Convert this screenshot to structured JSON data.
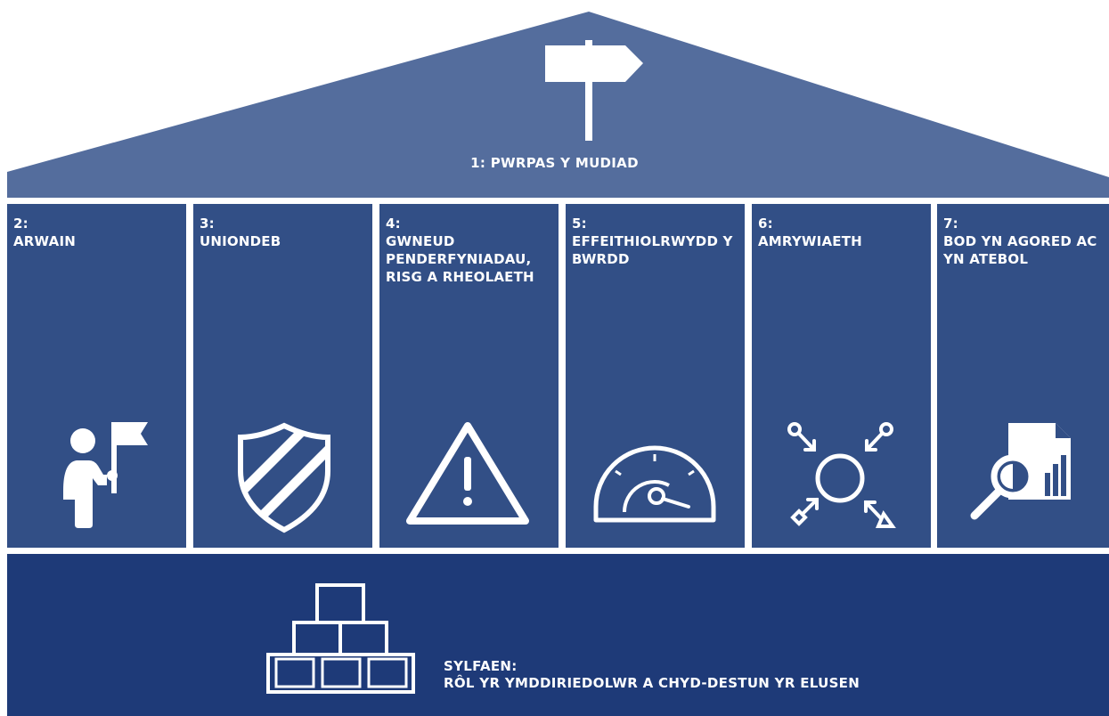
{
  "roof": {
    "label": "1: PWRPAS Y MUDIAD",
    "icon": "signpost-icon",
    "color": "#546d9d"
  },
  "pillars": [
    {
      "number": "2:",
      "label": "ARWAIN",
      "icon": "person-with-flag-icon"
    },
    {
      "number": "3:",
      "label": "UNIONDEB",
      "icon": "striped-shield-icon"
    },
    {
      "number": "4:",
      "label": "GWNEUD PENDERFYNIADAU, RISG A RHEOLAETH",
      "icon": "warning-triangle-icon"
    },
    {
      "number": "5:",
      "label": "EFFEITHIOLRWYDD Y BWRDD",
      "icon": "speedometer-icon"
    },
    {
      "number": "6:",
      "label": "AMRYWIAETH",
      "icon": "diverse-arrows-circle-icon"
    },
    {
      "number": "7:",
      "label": "BOD YN AGORED AC YN ATEBOL",
      "icon": "magnifier-report-icon"
    }
  ],
  "foundation": {
    "title": "SYLFAEN:",
    "subtitle": "RÔL YR YMDDIRIEDOLWR A CHYD-DESTUN YR ELUSEN",
    "icon": "stacked-blocks-icon"
  },
  "colors": {
    "roof": "#546d9d",
    "pillar": "#324f86",
    "foundation": "#1e3a78",
    "text": "#ffffff"
  }
}
